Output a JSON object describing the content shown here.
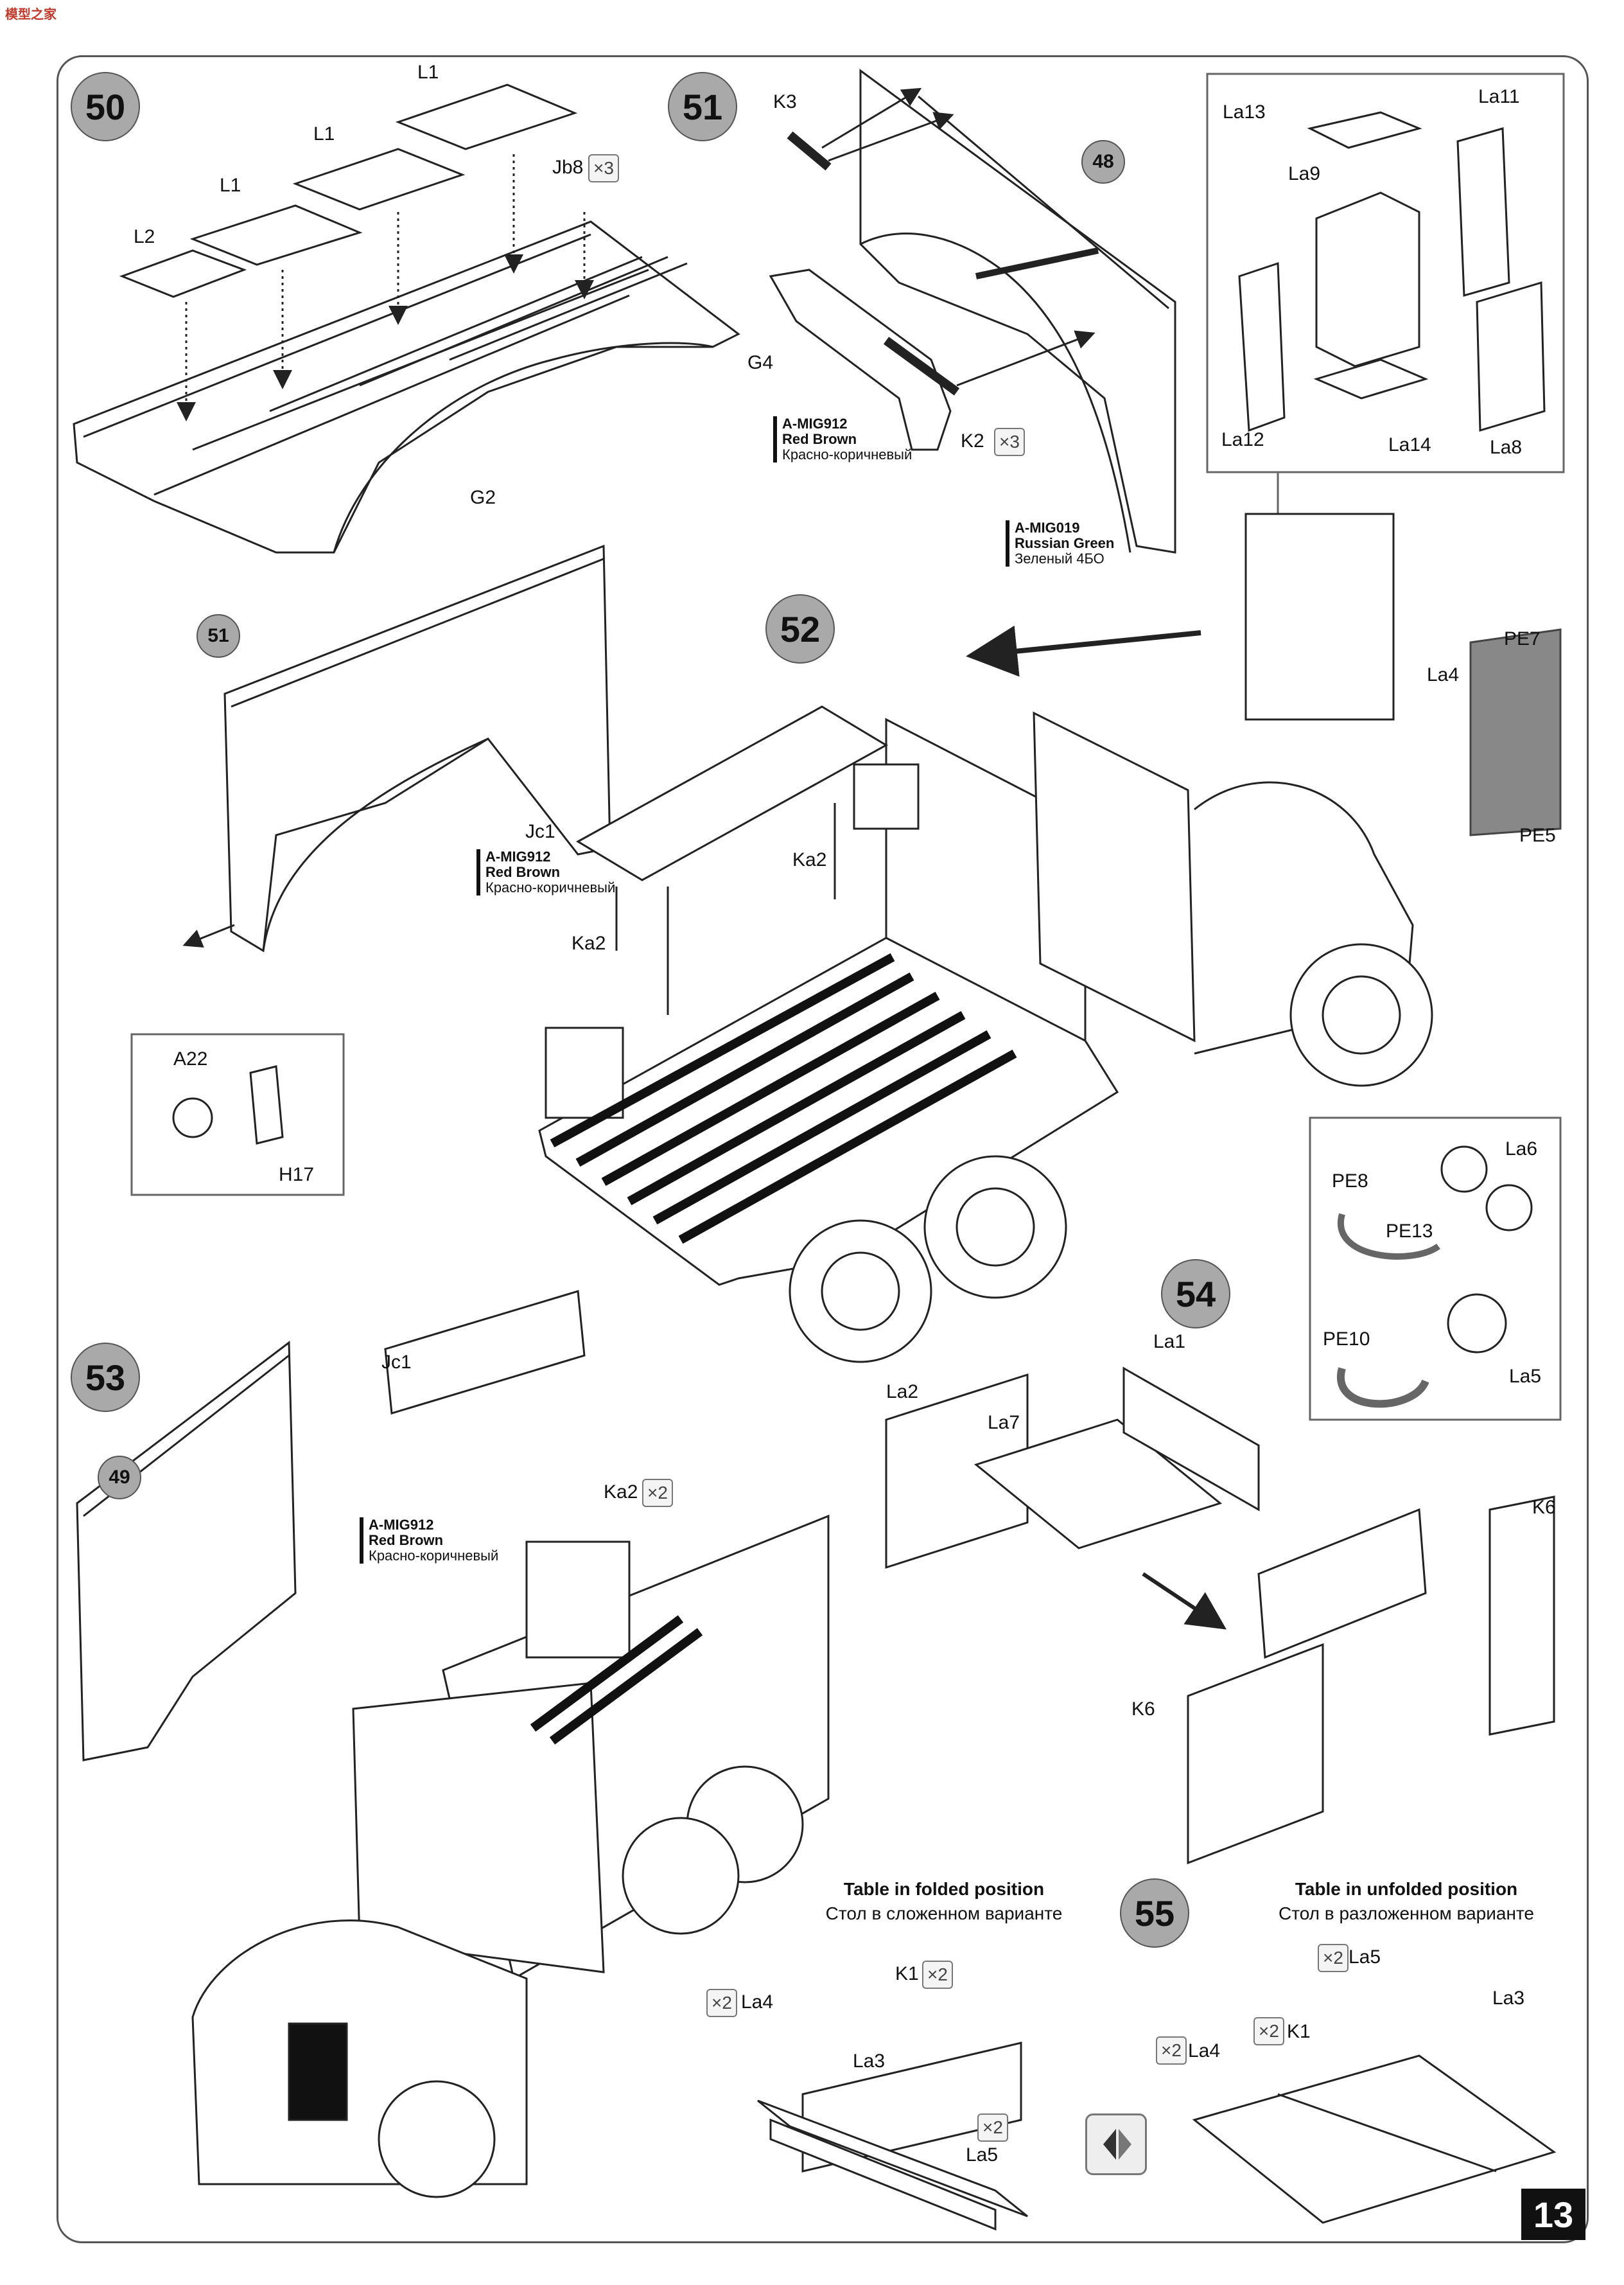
{
  "header": {
    "brand": "模型之家"
  },
  "steps": {
    "s50": "50",
    "s51": "51",
    "s52": "52",
    "s53": "53",
    "s54": "54",
    "s55": "55"
  },
  "refs": {
    "r48": "48",
    "r51": "51",
    "r49": "49"
  },
  "page_number": "13",
  "step50": {
    "L1a": "L1",
    "L1b": "L1",
    "L1c": "L1",
    "L2": "L2",
    "Jb8": "Jb8",
    "Jb8_qty": "×3",
    "G2": "G2"
  },
  "step51": {
    "K3": "K3",
    "G4": "G4",
    "K2": "K2",
    "K2_qty": "×3"
  },
  "paints": {
    "red_brown": {
      "code": "A-MIG912",
      "en": "Red Brown",
      "ru": "Красно-коричневый"
    },
    "russian_green": {
      "code": "A-MIG019",
      "en": "Russian Green",
      "ru": "Зеленый 4БО"
    }
  },
  "detail_box_top": {
    "La13": "La13",
    "La11": "La11",
    "La9": "La9",
    "La12": "La12",
    "La14": "La14",
    "La8": "La8"
  },
  "step52": {
    "Jc1": "Jc1",
    "Ka2a": "Ka2",
    "Ka2b": "Ka2",
    "La4": "La4",
    "PE7": "PE7",
    "PE5": "PE5",
    "A22": "A22",
    "H17": "H17"
  },
  "headset_box": {
    "PE8": "PE8",
    "La6": "La6",
    "PE13": "PE13",
    "PE10": "PE10",
    "La5": "La5"
  },
  "step53": {
    "Jc1": "Jc1",
    "Ka2": "Ka2",
    "Ka2_qty": "×2"
  },
  "step54": {
    "La1": "La1",
    "La2": "La2",
    "La7": "La7",
    "K6a": "K6",
    "K6b": "K6"
  },
  "step55": {
    "folded_en": "Table in folded position",
    "folded_ru": "Стол в сложенном варианте",
    "unfolded_en": "Table in unfolded position",
    "unfolded_ru": "Стол в разложенном варианте",
    "La4a": "La4",
    "La4a_qty": "×2",
    "K1a": "K1",
    "K1a_qty": "×2",
    "La3a": "La3",
    "La5a": "La5",
    "La5a_qty": "×2",
    "La5b": "La5",
    "La5b_qty": "×2",
    "La4b": "La4",
    "La4b_qty": "×2",
    "K1b": "K1",
    "K1b_qty": "×2",
    "La3b": "La3"
  }
}
